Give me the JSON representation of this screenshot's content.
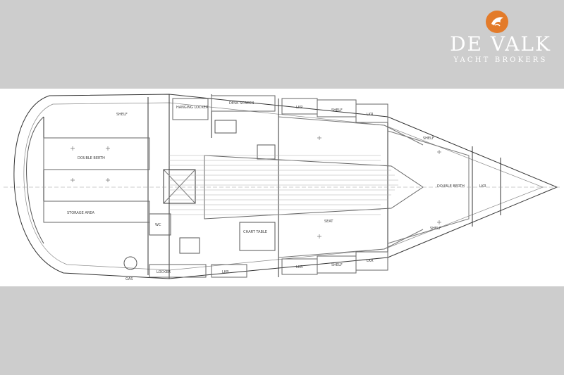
{
  "brand": {
    "name": "DE VALK",
    "tagline": "YACHT BROKERS",
    "accent_color": "#e37b2a"
  },
  "plan_labels": {
    "shelf": "SHELF",
    "hanging_locker": "HANGING LOCKER",
    "desk_screen": "DESK SCREEN",
    "locker": "LKR",
    "double_berth_aft": "DOUBLE BERTH",
    "double_berth_fwd": "DOUBLE BERTH",
    "storage_area": "STORAGE AREA",
    "seat": "SEAT",
    "wc": "WC",
    "chart_table": "CHART TABLE",
    "locker_bottom": "LOCKER",
    "gas": "GAS"
  }
}
